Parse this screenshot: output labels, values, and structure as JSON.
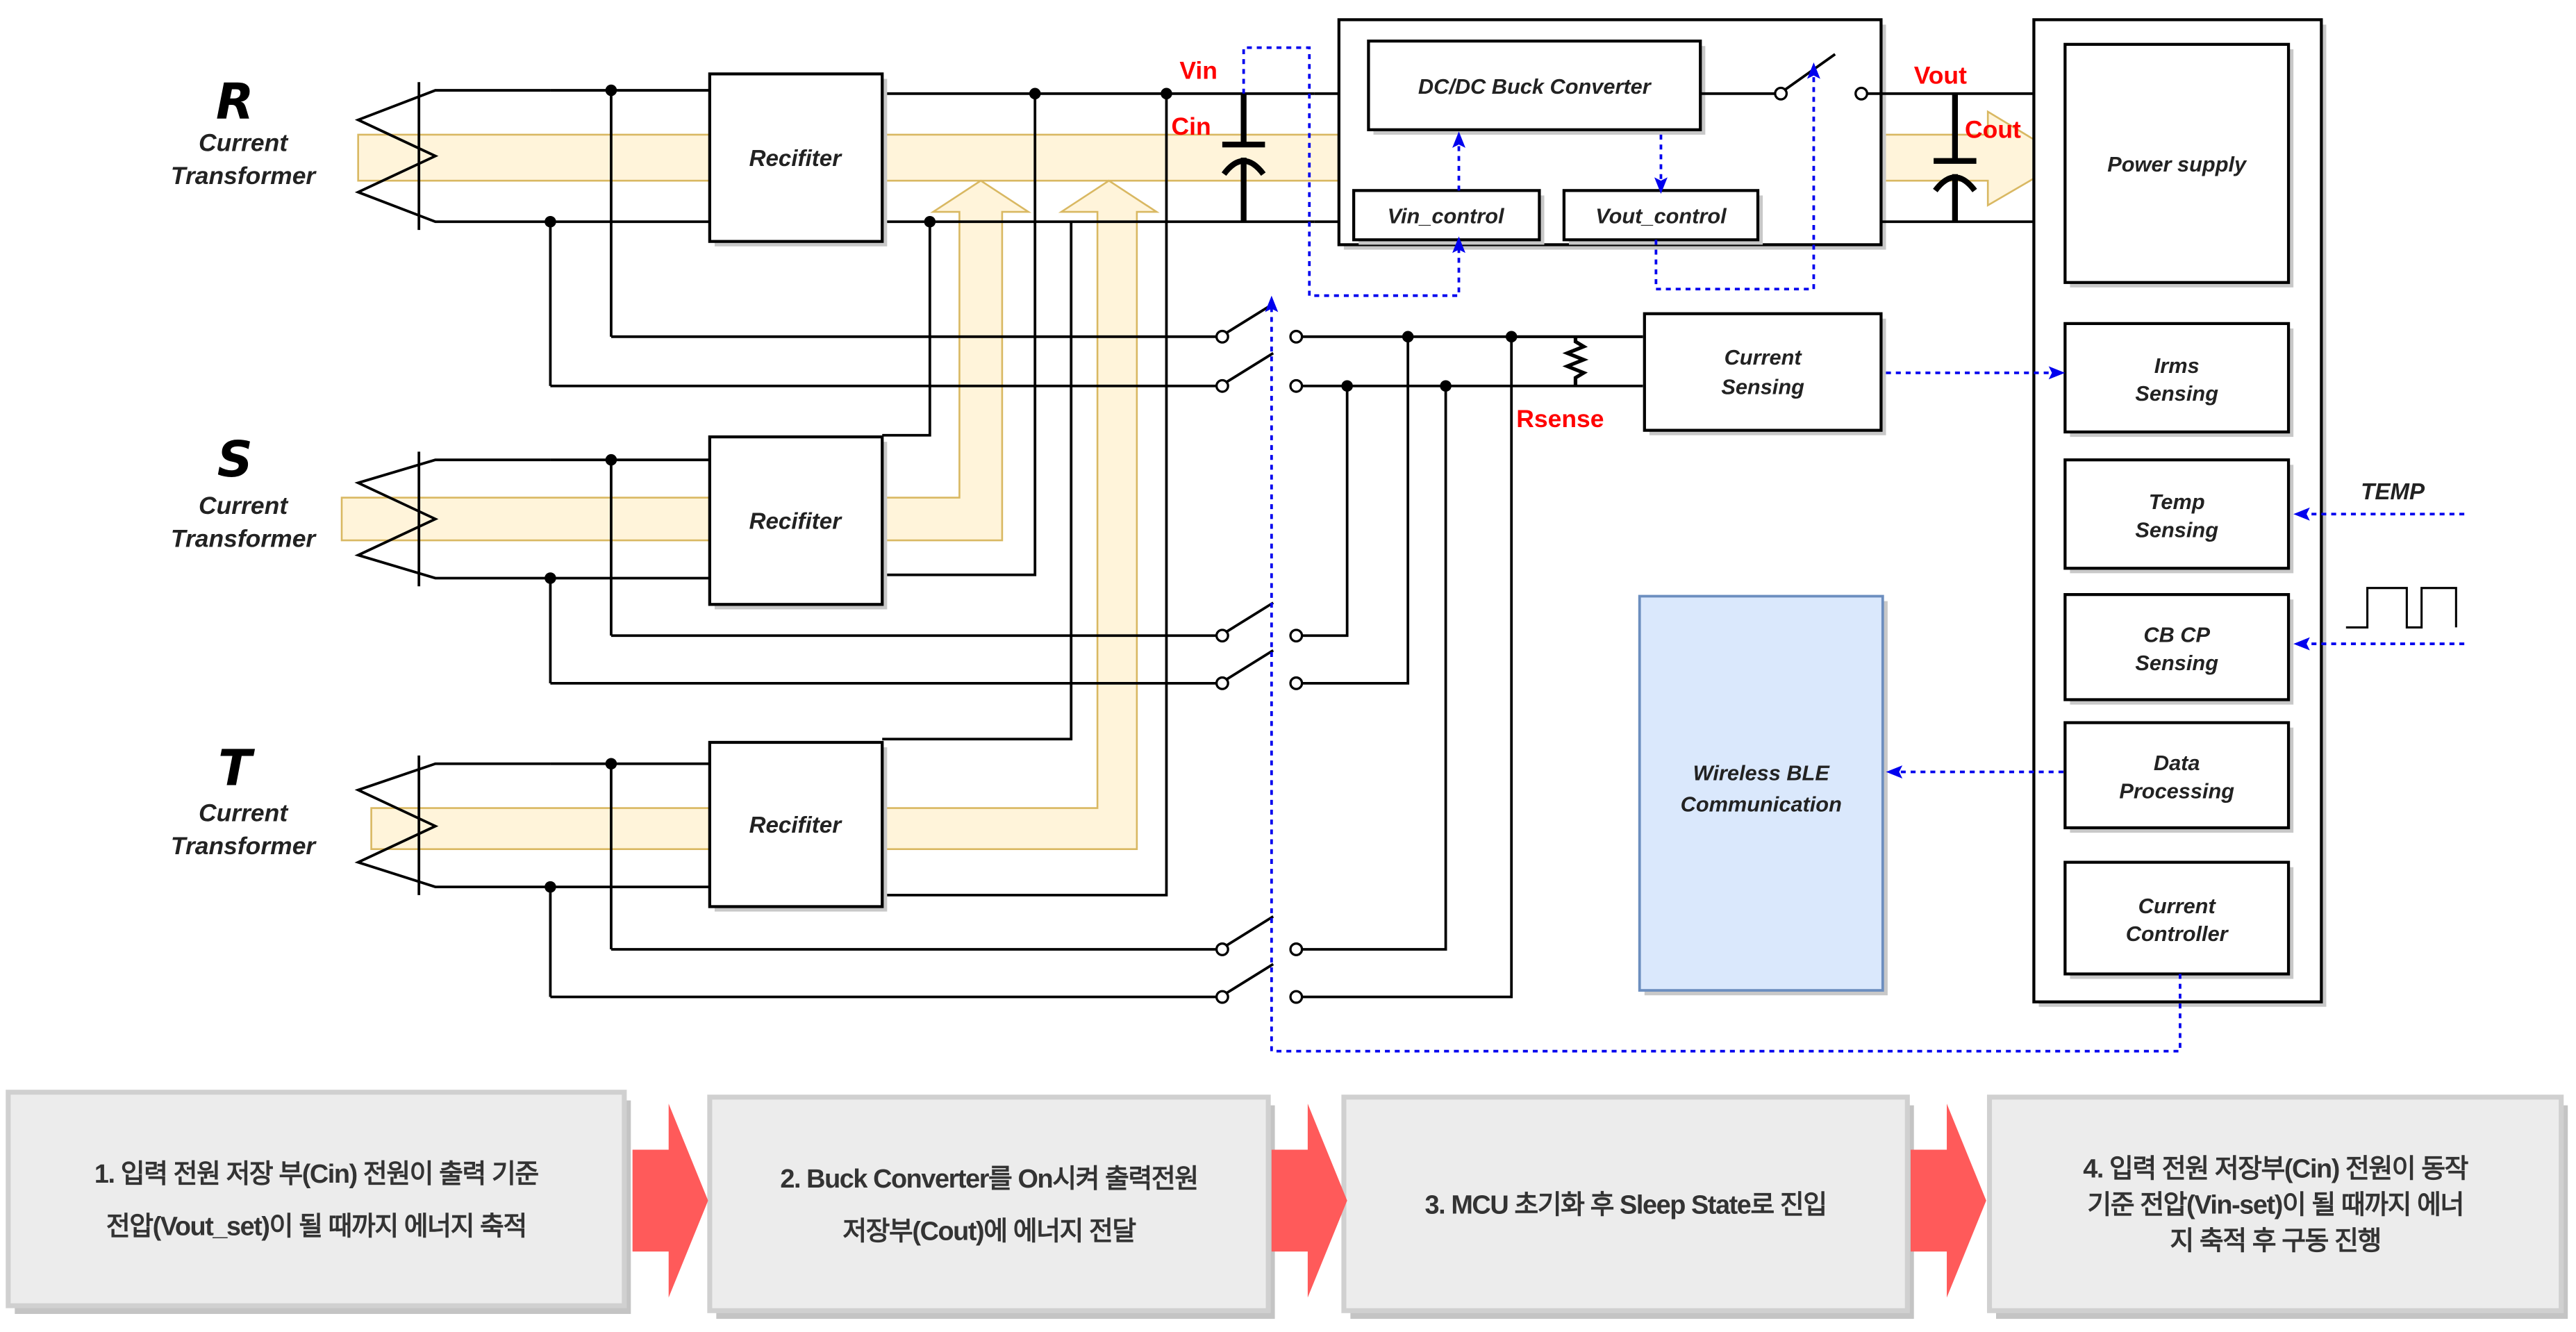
{
  "phases": [
    {
      "letter": "R",
      "line1": "Current",
      "line2": "Transformer"
    },
    {
      "letter": "S",
      "line1": "Current",
      "line2": "Transformer"
    },
    {
      "letter": "T",
      "line1": "Current",
      "line2": "Transformer"
    }
  ],
  "rectifier_label": "Recifiter",
  "converter": {
    "title": "DC/DC Buck Converter",
    "vin_control": "Vin_control",
    "vout_control": "Vout_control"
  },
  "capacitor_labels": {
    "vin": "Vin",
    "cin": "Cin",
    "vout": "Vout",
    "cout": "Cout",
    "rsense": "Rsense"
  },
  "current_sensing": {
    "line1": "Current",
    "line2": "Sensing"
  },
  "mcu_blocks": [
    {
      "line1": "Power supply",
      "line2": ""
    },
    {
      "line1": "Irms",
      "line2": "Sensing"
    },
    {
      "line1": "Temp",
      "line2": "Sensing"
    },
    {
      "line1": "CB CP",
      "line2": "Sensing"
    },
    {
      "line1": "Data",
      "line2": "Processing"
    },
    {
      "line1": "Current",
      "line2": "Controller"
    }
  ],
  "wireless": {
    "line1": "Wireless BLE",
    "line2": "Communication"
  },
  "external_inputs": {
    "temp": "TEMP",
    "pulse_icon": "square-wave-icon"
  },
  "colors": {
    "signal": "#0000ee",
    "energy_flow": "#fff2d3",
    "energy_flow_border": "#d9b862",
    "label_red": "#ff0000",
    "wireless_fill": "#dae8fc",
    "wireless_border": "#6c8ebf",
    "step_arrow": "#ff5a5a",
    "step_box": "#ececec"
  },
  "steps": [
    {
      "lines": [
        "1. 입력 전원 저장 부(Cin) 전원이 출력 기준",
        "전압(Vout_set)이 될 때까지 에너지 축적"
      ]
    },
    {
      "lines": [
        "2. Buck Converter를 On시켜 출력전원",
        "저장부(Cout)에 에너지 전달"
      ]
    },
    {
      "lines": [
        "3. MCU 초기화 후 Sleep State로 진입"
      ]
    },
    {
      "lines": [
        "4. 입력 전원 저장부(Cin) 전원이 동작",
        "기준 전압(Vin-set)이 될 때까지 에너",
        "지 축적 후 구동 진행"
      ]
    }
  ]
}
